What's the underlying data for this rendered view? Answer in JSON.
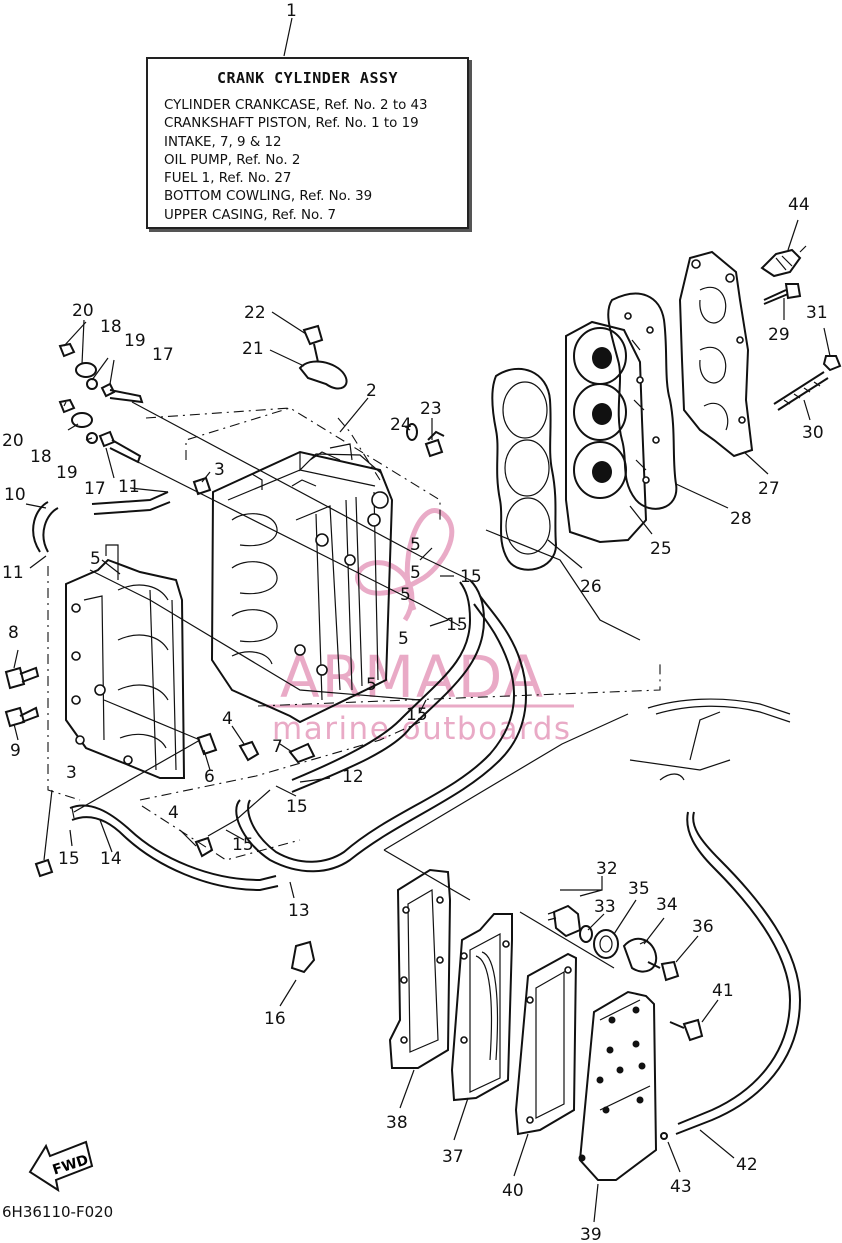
{
  "header": {
    "title": "CRANK CYLINDER ASSY",
    "lines": [
      "CYLINDER CRANKCASE, Ref. No. 2 to 43",
      "CRANKSHAFT PISTON, Ref. No. 1 to 19",
      "INTAKE, 7, 9 & 12",
      "OIL PUMP, Ref. No. 2",
      "FUEL 1, Ref. No. 27",
      "BOTTOM COWLING, Ref. No. 39",
      "UPPER CASING, Ref. No. 7"
    ]
  },
  "watermark": {
    "brand": "ARMADA",
    "tagline": "marine outboards",
    "color": "#e8a6c4"
  },
  "fwd_label": "FWD",
  "catalog_number": "6H36110-F020",
  "callouts": {
    "c1": "1",
    "c2": "2",
    "c3a": "3",
    "c3b": "3",
    "c4a": "4",
    "c4b": "4",
    "c5a": "5",
    "c5b": "5",
    "c5c": "5",
    "c5d": "5",
    "c5e": "5",
    "c5f": "5",
    "c6": "6",
    "c7": "7",
    "c8": "8",
    "c9": "9",
    "c10": "10",
    "c11a": "11",
    "c11b": "11",
    "c12": "12",
    "c13": "13",
    "c14": "14",
    "c15a": "15",
    "c15b": "15",
    "c15c": "15",
    "c15d": "15",
    "c15e": "15",
    "c15f": "15",
    "c16": "16",
    "c17a": "17",
    "c17b": "17",
    "c18a": "18",
    "c18b": "18",
    "c19a": "19",
    "c19b": "19",
    "c20a": "20",
    "c20b": "20",
    "c21": "21",
    "c22": "22",
    "c23": "23",
    "c24": "24",
    "c25": "25",
    "c26": "26",
    "c27": "27",
    "c28": "28",
    "c29": "29",
    "c30": "30",
    "c31": "31",
    "c32": "32",
    "c33": "33",
    "c34": "34",
    "c35": "35",
    "c36": "36",
    "c37": "37",
    "c38": "38",
    "c39": "39",
    "c40": "40",
    "c41": "41",
    "c42": "42",
    "c43": "43",
    "c44": "44"
  }
}
